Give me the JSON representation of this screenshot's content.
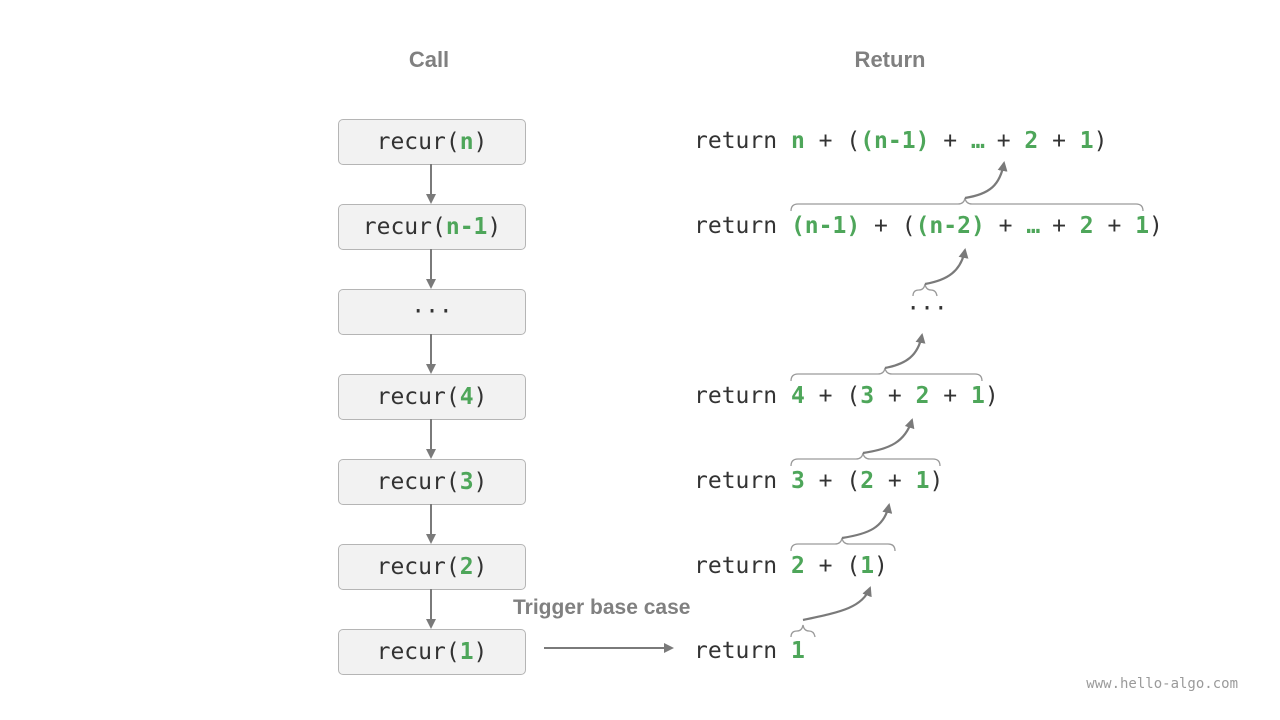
{
  "headings": {
    "call": "Call",
    "return": "Return"
  },
  "call_stack": [
    {
      "prefix": "recur(",
      "arg": "n",
      "suffix": ")"
    },
    {
      "prefix": "recur(",
      "arg": "n-1",
      "suffix": ")"
    },
    {
      "prefix": "",
      "arg": "",
      "suffix": "···"
    },
    {
      "prefix": "recur(",
      "arg": "4",
      "suffix": ")"
    },
    {
      "prefix": "recur(",
      "arg": "3",
      "suffix": ")"
    },
    {
      "prefix": "recur(",
      "arg": "2",
      "suffix": ")"
    },
    {
      "prefix": "recur(",
      "arg": "1",
      "suffix": ")"
    }
  ],
  "returns": {
    "r_n": {
      "kw": "return ",
      "a": "n",
      "op1": " + (",
      "b": "(n-1)",
      "op2": " + ",
      "c": "…",
      "op3": " + ",
      "d": "2",
      "op4": " + ",
      "e": "1",
      "end": ")"
    },
    "r_n1": {
      "kw": "return ",
      "a": "(n-1)",
      "op1": " + (",
      "b": "(n-2)",
      "op2": " + ",
      "c": "…",
      "op3": " + ",
      "d": "2",
      "op4": " + ",
      "e": "1",
      "end": ")"
    },
    "r_mid": {
      "text": "···"
    },
    "r_4": {
      "kw": "return ",
      "a": "4",
      "op1": " + (",
      "b": "3",
      "op2": " + ",
      "c": "2",
      "op3": " + ",
      "d": "1",
      "end": ")"
    },
    "r_3": {
      "kw": "return ",
      "a": "3",
      "op1": " + (",
      "b": "2",
      "op2": " + ",
      "c": "1",
      "end": ")"
    },
    "r_2": {
      "kw": "return ",
      "a": "2",
      "op1": " + (",
      "b": "1",
      "end": ")"
    },
    "r_1": {
      "kw": "return ",
      "a": "1"
    }
  },
  "trigger_label": "Trigger base case",
  "watermark": "www.hello-algo.com",
  "colors": {
    "accent": "#4ea65a",
    "text": "#333333",
    "muted": "#808080",
    "box_fill": "#f2f2f2",
    "box_border": "#b5b5b5"
  }
}
